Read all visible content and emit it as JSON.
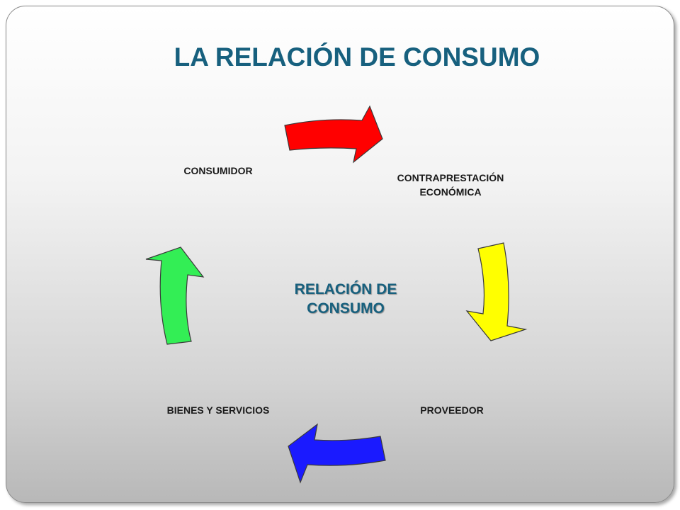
{
  "title": "LA RELACIÓN DE CONSUMO",
  "center": {
    "line1": "RELACIÓN DE",
    "line2": "CONSUMO"
  },
  "nodes": {
    "consumidor": "CONSUMIDOR",
    "contraprestacion_line1": "CONTRAPRESTACIÓN",
    "contraprestacion_line2": "ECONÓMICA",
    "proveedor": "PROVEEDOR",
    "bienes": "BIENES Y SERVICIOS"
  },
  "arrow_colors": {
    "red": "#ff0000",
    "yellow": "#ffff00",
    "blue": "#1a1aff",
    "green": "#33ee55"
  },
  "title_color": "#17607e"
}
